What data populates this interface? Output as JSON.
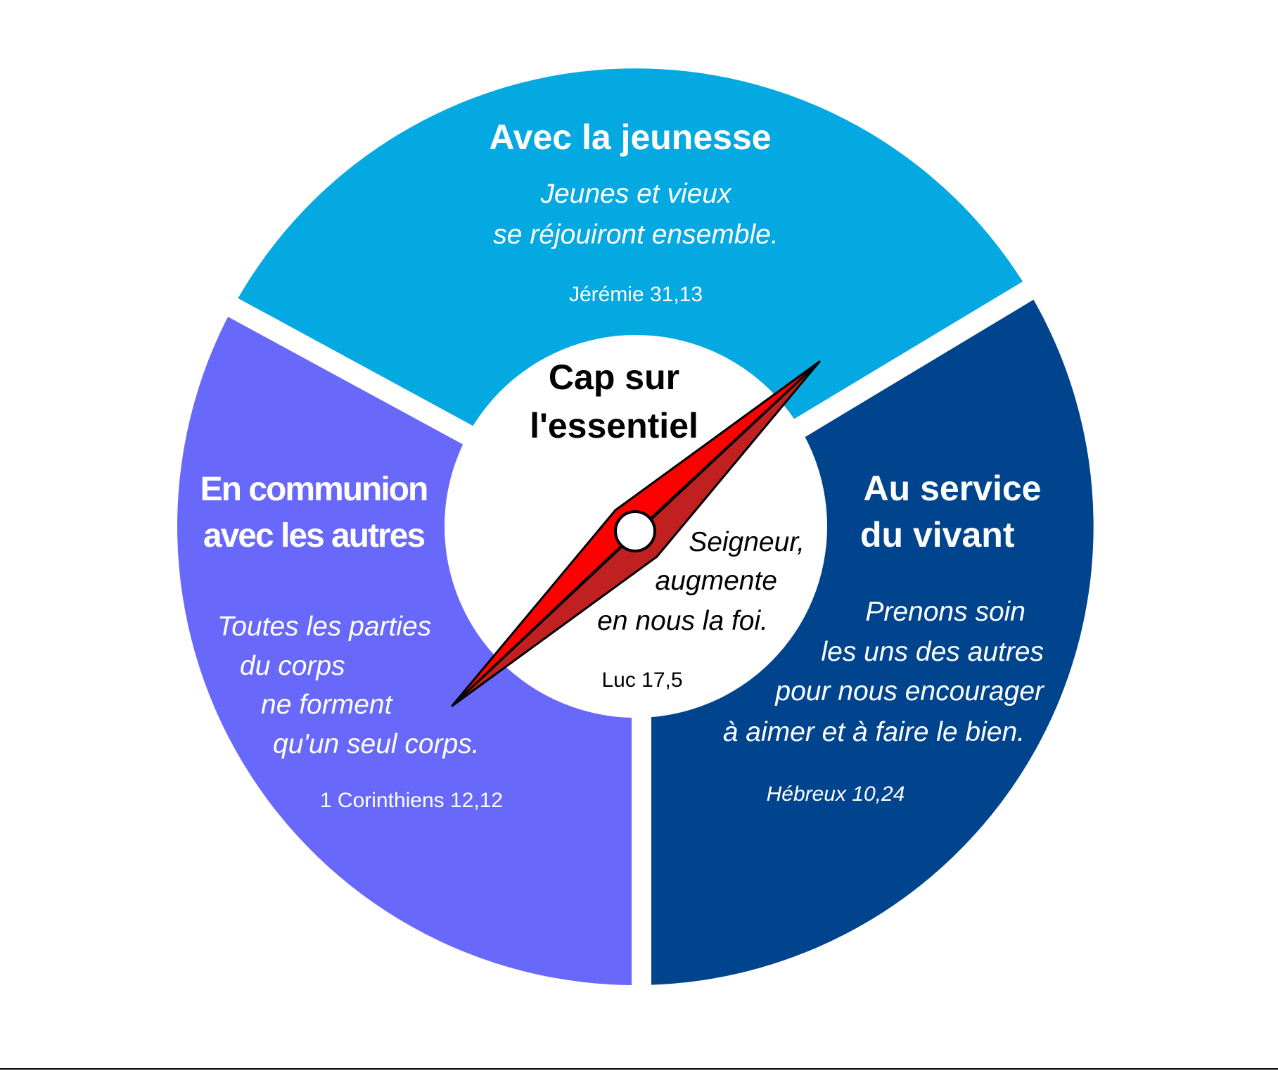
{
  "colors": {
    "top": "#03a9e0",
    "left": "#6868fb",
    "right": "#01448e",
    "needle_light": "#ff0000",
    "needle_dark": "#c0201f"
  },
  "center": {
    "title_lines": [
      "Cap sur",
      "l'essentiel"
    ],
    "quote_lines": [
      "Seigneur,",
      "augmente",
      "en nous la foi."
    ],
    "reference": "Luc 17,5"
  },
  "top": {
    "title": "Avec la jeunesse",
    "quote_lines": [
      "Jeunes et vieux",
      "se réjouiront ensemble."
    ],
    "reference": "Jérémie 31,13"
  },
  "left": {
    "title_lines": [
      "En communion",
      "avec les autres"
    ],
    "quote_lines": [
      "Toutes les parties",
      "du corps",
      "ne forment",
      "qu'un seul corps."
    ],
    "reference": "1 Corinthiens 12,12"
  },
  "right": {
    "title_lines": [
      "Au service",
      "du vivant"
    ],
    "quote_lines": [
      "Prenons soin",
      "les uns des autres",
      "pour nous encourager",
      "à aimer et à faire le bien."
    ],
    "reference": "Hébreux 10,24"
  }
}
